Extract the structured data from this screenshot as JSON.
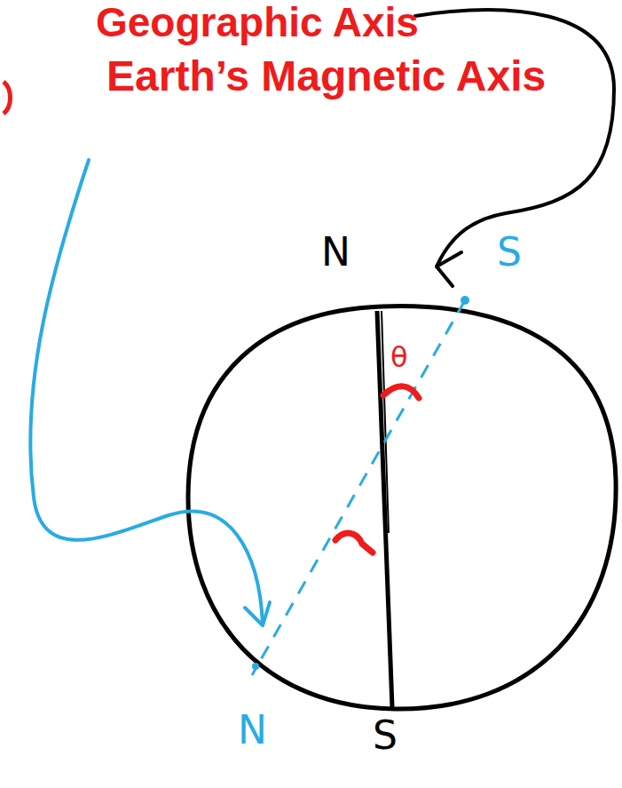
{
  "diagram": {
    "labels": [
      "Geographic Axis",
      "Earth’s Magnetic Axis",
      "N",
      "S",
      "θ",
      "N",
      "S"
    ]
  }
}
